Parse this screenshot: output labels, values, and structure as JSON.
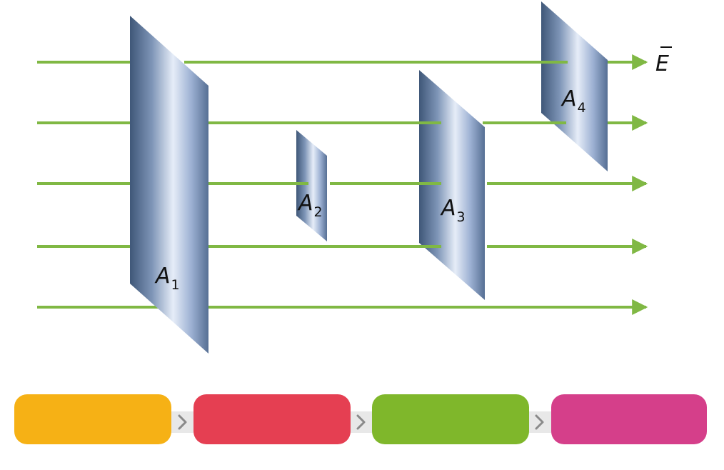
{
  "field": {
    "symbol": "E",
    "line_color": "#80b844",
    "line_count": 5
  },
  "plates": [
    {
      "letter": "A",
      "subscript": "1"
    },
    {
      "letter": "A",
      "subscript": "2"
    },
    {
      "letter": "A",
      "subscript": "3"
    },
    {
      "letter": "A",
      "subscript": "4"
    }
  ],
  "steps": [
    {
      "color": "#f6b115"
    },
    {
      "color": "#e53f52"
    },
    {
      "color": "#7fb72b"
    },
    {
      "color": "#d53f8a"
    }
  ],
  "connector": {
    "icon": "chevron-right-icon",
    "color": "#e8e8e8"
  }
}
